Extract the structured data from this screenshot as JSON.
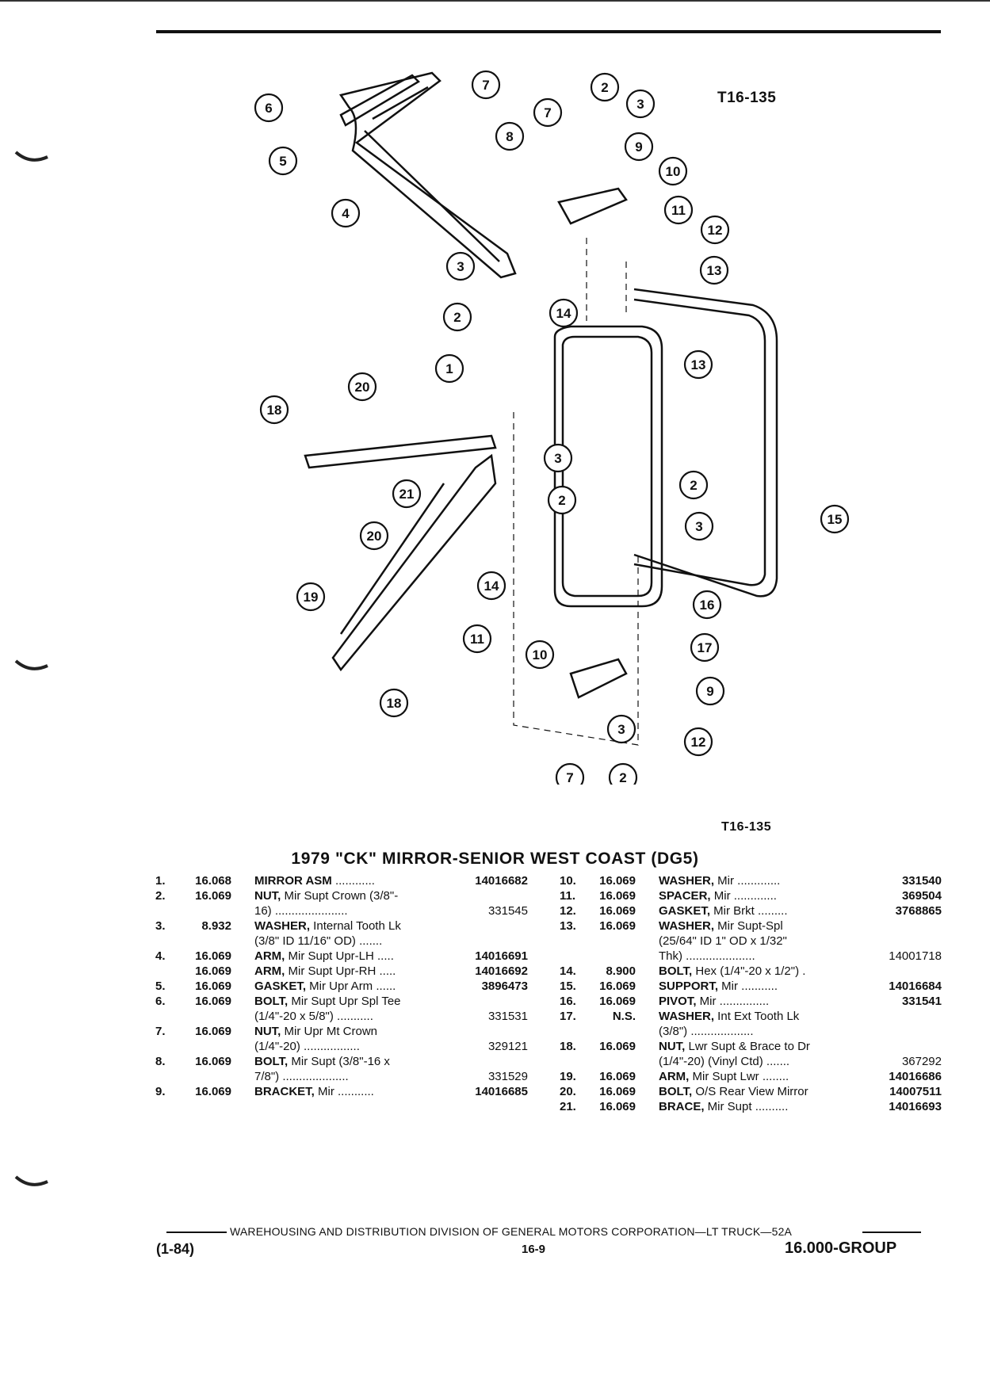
{
  "figure": {
    "code_top": "T16-135",
    "code_bottom": "T16-135",
    "callouts": [
      "1",
      "2",
      "3",
      "4",
      "5",
      "6",
      "7",
      "8",
      "9",
      "10",
      "11",
      "12",
      "13",
      "14",
      "15",
      "16",
      "17",
      "18",
      "19",
      "20",
      "21"
    ]
  },
  "title": "1979 \"CK\" MIRROR-SENIOR WEST COAST (DG5)",
  "parts_left": [
    {
      "num": "1.",
      "grp": "16.068",
      "name": "MIRROR ASM",
      "desc": " ............",
      "pn": "14016682",
      "extra": []
    },
    {
      "num": "2.",
      "grp": "16.069",
      "name": "NUT,",
      "desc": " Mir Supt Crown (3/8\"-",
      "pn": "",
      "extra": [
        {
          "t": "16) ......................",
          "pn": "331545"
        }
      ]
    },
    {
      "num": "3.",
      "grp": "8.932",
      "name": "WASHER,",
      "desc": " Internal Tooth Lk",
      "pn": "",
      "extra": [
        {
          "t": "(3/8\" ID 11/16\" OD) .......",
          "pn": ""
        }
      ]
    },
    {
      "num": "4.",
      "grp": "16.069",
      "name": "ARM,",
      "desc": " Mir Supt Upr-LH .....",
      "pn": "14016691",
      "extra": []
    },
    {
      "num": "",
      "grp": "16.069",
      "name": "ARM,",
      "desc": " Mir Supt Upr-RH .....",
      "pn": "14016692",
      "extra": []
    },
    {
      "num": "5.",
      "grp": "16.069",
      "name": "GASKET,",
      "desc": " Mir Upr Arm ......",
      "pn": "3896473",
      "extra": []
    },
    {
      "num": "6.",
      "grp": "16.069",
      "name": "BOLT,",
      "desc": " Mir Supt Upr Spl Tee",
      "pn": "",
      "extra": [
        {
          "t": "(1/4\"-20 x 5/8\") ...........",
          "pn": "331531"
        }
      ]
    },
    {
      "num": "7.",
      "grp": "16.069",
      "name": "NUT,",
      "desc": " Mir Upr Mt Crown",
      "pn": "",
      "extra": [
        {
          "t": "(1/4\"-20) .................",
          "pn": "329121"
        }
      ]
    },
    {
      "num": "8.",
      "grp": "16.069",
      "name": "BOLT,",
      "desc": " Mir Supt (3/8\"-16 x",
      "pn": "",
      "extra": [
        {
          "t": "7/8\") ....................",
          "pn": "331529"
        }
      ]
    },
    {
      "num": "9.",
      "grp": "16.069",
      "name": "BRACKET,",
      "desc": " Mir ...........",
      "pn": "14016685",
      "extra": []
    }
  ],
  "parts_right": [
    {
      "num": "10.",
      "grp": "16.069",
      "name": "WASHER,",
      "desc": " Mir .............",
      "pn": "331540",
      "extra": []
    },
    {
      "num": "11.",
      "grp": "16.069",
      "name": "SPACER,",
      "desc": " Mir .............",
      "pn": "369504",
      "extra": []
    },
    {
      "num": "12.",
      "grp": "16.069",
      "name": "GASKET,",
      "desc": " Mir Brkt .........",
      "pn": "3768865",
      "extra": []
    },
    {
      "num": "13.",
      "grp": "16.069",
      "name": "WASHER,",
      "desc": " Mir Supt-Spl",
      "pn": "",
      "extra": [
        {
          "t": "(25/64\" ID 1\" OD x 1/32\"",
          "pn": ""
        },
        {
          "t": "Thk) .....................",
          "pn": "14001718"
        }
      ]
    },
    {
      "num": "14.",
      "grp": "8.900",
      "name": "BOLT,",
      "desc": " Hex (1/4\"-20 x 1/2\") .",
      "pn": "",
      "extra": []
    },
    {
      "num": "15.",
      "grp": "16.069",
      "name": "SUPPORT,",
      "desc": " Mir ...........",
      "pn": "14016684",
      "extra": []
    },
    {
      "num": "16.",
      "grp": "16.069",
      "name": "PIVOT,",
      "desc": " Mir ...............",
      "pn": "331541",
      "extra": []
    },
    {
      "num": "17.",
      "grp": "N.S.",
      "name": "WASHER,",
      "desc": " Int Ext Tooth Lk",
      "pn": "",
      "extra": [
        {
          "t": "(3/8\") ...................",
          "pn": ""
        }
      ]
    },
    {
      "num": "18.",
      "grp": "16.069",
      "name": "NUT,",
      "desc": " Lwr Supt & Brace to Dr",
      "pn": "",
      "extra": [
        {
          "t": "(1/4\"-20) (Vinyl Ctd) .......",
          "pn": "367292"
        }
      ]
    },
    {
      "num": "19.",
      "grp": "16.069",
      "name": "ARM,",
      "desc": " Mir Supt Lwr ........",
      "pn": "14016686",
      "extra": []
    },
    {
      "num": "20.",
      "grp": "16.069",
      "name": "BOLT,",
      "desc": " O/S Rear View Mirror",
      "pn": "14007511",
      "extra": []
    },
    {
      "num": "21.",
      "grp": "16.069",
      "name": "BRACE,",
      "desc": " Mir Supt ..........",
      "pn": "14016693",
      "extra": []
    }
  ],
  "footer": {
    "line": "WAREHOUSING AND DISTRIBUTION DIVISION OF GENERAL MOTORS CORPORATION—LT TRUCK—52A",
    "left": "(1-84)",
    "middle": "16-9",
    "right": "16.000-GROUP"
  }
}
